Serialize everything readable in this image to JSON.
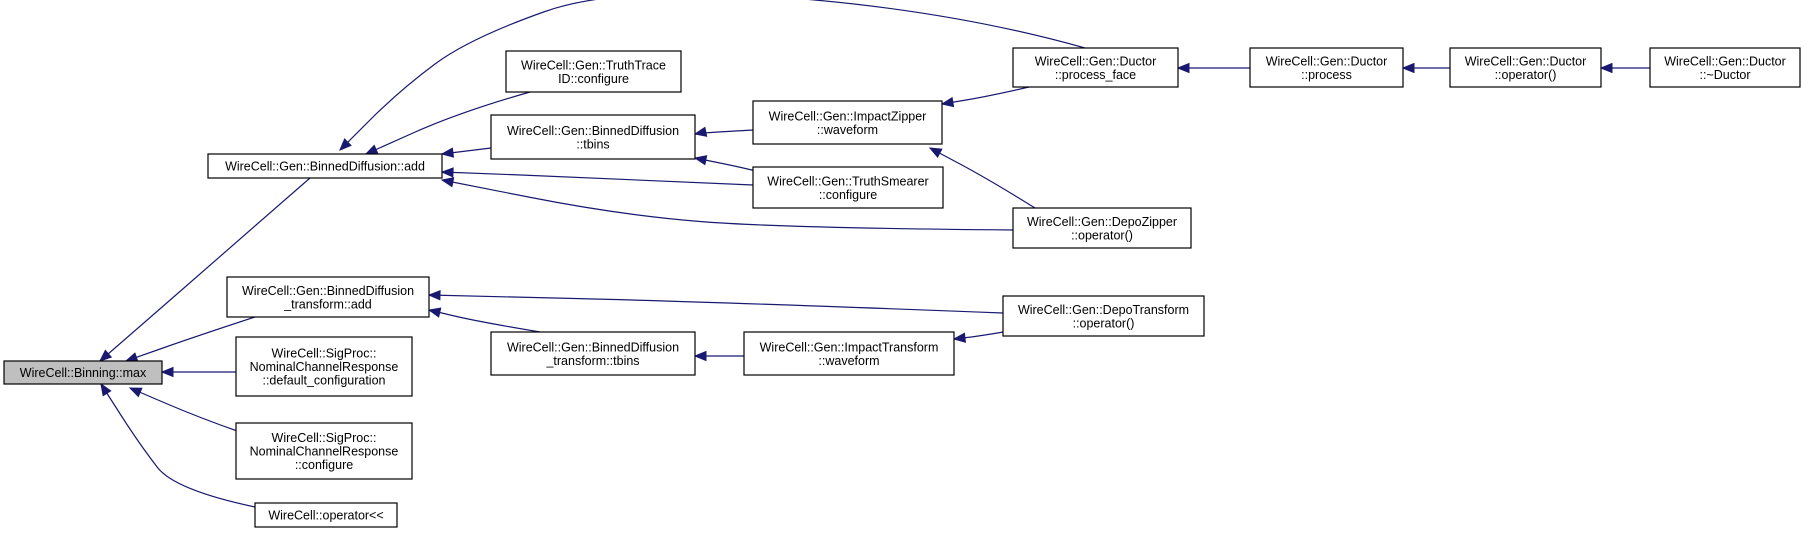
{
  "diagram": {
    "type": "call-graph",
    "root": "max",
    "nodes": [
      {
        "id": "max",
        "lines": [
          "WireCell::Binning::max"
        ]
      },
      {
        "id": "bd_add",
        "lines": [
          "WireCell::Gen::BinnedDiffusion::add"
        ]
      },
      {
        "id": "bdt_add",
        "lines": [
          "WireCell::Gen::BinnedDiffusion",
          "_transform::add"
        ]
      },
      {
        "id": "ncr_default",
        "lines": [
          "WireCell::SigProc::",
          "NominalChannelResponse",
          "::default_configuration"
        ]
      },
      {
        "id": "ncr_configure",
        "lines": [
          "WireCell::SigProc::",
          "NominalChannelResponse",
          "::configure"
        ]
      },
      {
        "id": "op_ltlt",
        "lines": [
          "WireCell::operator<<"
        ]
      },
      {
        "id": "tt_configure",
        "lines": [
          "WireCell::Gen::TruthTrace",
          "ID::configure"
        ]
      },
      {
        "id": "bd_tbins",
        "lines": [
          "WireCell::Gen::BinnedDiffusion",
          "::tbins"
        ]
      },
      {
        "id": "bdt_tbins",
        "lines": [
          "WireCell::Gen::BinnedDiffusion",
          "_transform::tbins"
        ]
      },
      {
        "id": "iz_waveform",
        "lines": [
          "WireCell::Gen::ImpactZipper",
          "::waveform"
        ]
      },
      {
        "id": "ts_configure",
        "lines": [
          "WireCell::Gen::TruthSmearer",
          "::configure"
        ]
      },
      {
        "id": "it_waveform",
        "lines": [
          "WireCell::Gen::ImpactTransform",
          "::waveform"
        ]
      },
      {
        "id": "ductor_pf",
        "lines": [
          "WireCell::Gen::Ductor",
          "::process_face"
        ]
      },
      {
        "id": "dz_op",
        "lines": [
          "WireCell::Gen::DepoZipper",
          "::operator()"
        ]
      },
      {
        "id": "dt_op",
        "lines": [
          "WireCell::Gen::DepoTransform",
          "::operator()"
        ]
      },
      {
        "id": "ductor_p",
        "lines": [
          "WireCell::Gen::Ductor",
          "::process"
        ]
      },
      {
        "id": "ductor_op",
        "lines": [
          "WireCell::Gen::Ductor",
          "::operator()"
        ]
      },
      {
        "id": "ductor_dtor",
        "lines": [
          "WireCell::Gen::Ductor",
          "::~Ductor"
        ]
      }
    ],
    "edges": [
      {
        "from": "bd_add",
        "to": "max"
      },
      {
        "from": "bdt_add",
        "to": "max"
      },
      {
        "from": "ncr_default",
        "to": "max"
      },
      {
        "from": "ncr_configure",
        "to": "max"
      },
      {
        "from": "op_ltlt",
        "to": "max"
      },
      {
        "from": "ductor_pf",
        "to": "bd_add"
      },
      {
        "from": "tt_configure",
        "to": "bd_add"
      },
      {
        "from": "bd_tbins",
        "to": "bd_add"
      },
      {
        "from": "ts_configure",
        "to": "bd_add"
      },
      {
        "from": "dz_op",
        "to": "bd_add"
      },
      {
        "from": "iz_waveform",
        "to": "bd_tbins"
      },
      {
        "from": "ts_configure",
        "to": "bd_tbins"
      },
      {
        "from": "ductor_pf",
        "to": "iz_waveform"
      },
      {
        "from": "dz_op",
        "to": "iz_waveform"
      },
      {
        "from": "ductor_p",
        "to": "ductor_pf"
      },
      {
        "from": "ductor_op",
        "to": "ductor_p"
      },
      {
        "from": "ductor_dtor",
        "to": "ductor_op"
      },
      {
        "from": "dt_op",
        "to": "bdt_add"
      },
      {
        "from": "bdt_tbins",
        "to": "bdt_add"
      },
      {
        "from": "it_waveform",
        "to": "bdt_tbins"
      },
      {
        "from": "dt_op",
        "to": "it_waveform"
      }
    ],
    "colors": {
      "edge": "#191970",
      "root_fill": "#bfbfbf",
      "node_fill": "#ffffff",
      "border": "#000000"
    }
  }
}
